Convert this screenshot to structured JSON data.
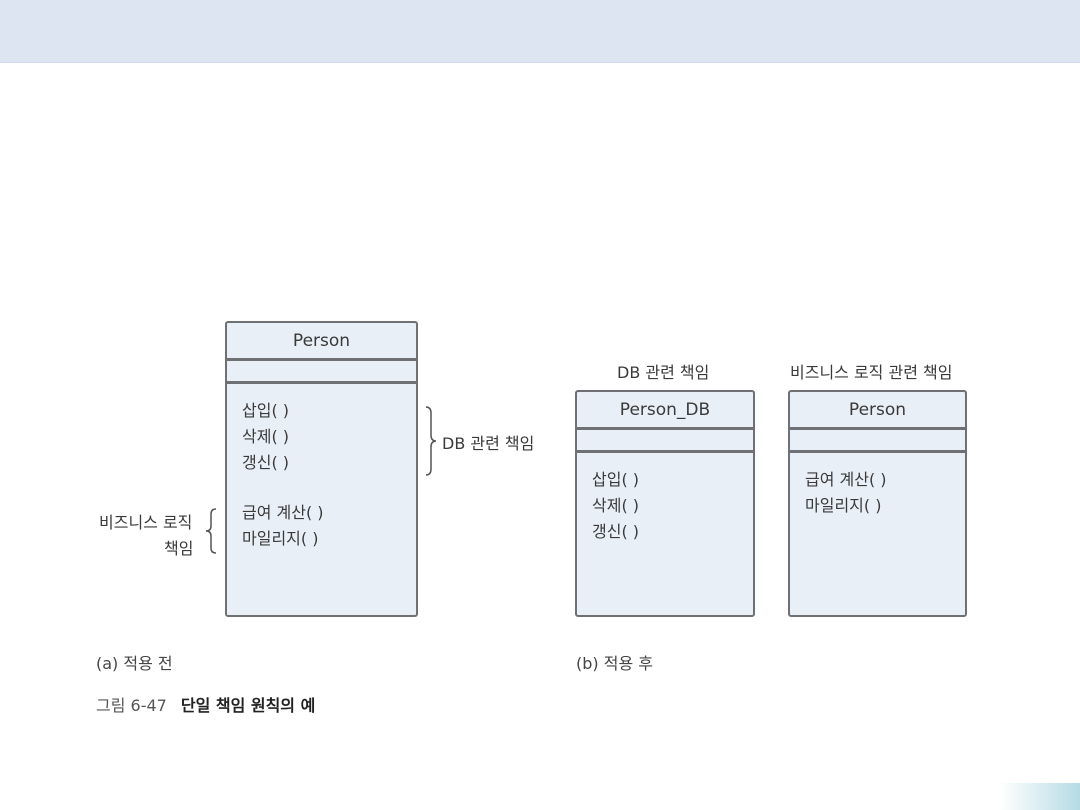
{
  "colors": {
    "header_band": "#dce5f1",
    "class_fill": "#e8eff7",
    "class_border": "#6e7073",
    "corner_gradient": "#b6dbe4"
  },
  "diagram_a": {
    "class_name": "Person",
    "methods_db": [
      "삽입( )",
      "삭제( )",
      "갱신( )"
    ],
    "methods_biz": [
      "급여 계산( )",
      "마일리지( )"
    ],
    "db_brace_label": "DB 관련 책임",
    "biz_brace_label_line1": "비즈니스 로직",
    "biz_brace_label_line2": "책임",
    "caption": "(a) 적용 전"
  },
  "diagram_b": {
    "db_class": {
      "heading": "DB 관련 책임",
      "class_name": "Person_DB",
      "methods": [
        "삽입( )",
        "삭제( )",
        "갱신( )"
      ]
    },
    "biz_class": {
      "heading": "비즈니스 로직 관련 책임",
      "class_name": "Person",
      "methods": [
        "급여 계산( )",
        "마일리지( )"
      ]
    },
    "caption": "(b) 적용 후"
  },
  "figure_caption": {
    "number": "그림 6-47",
    "title": "단일 책임 원칙의 예"
  }
}
